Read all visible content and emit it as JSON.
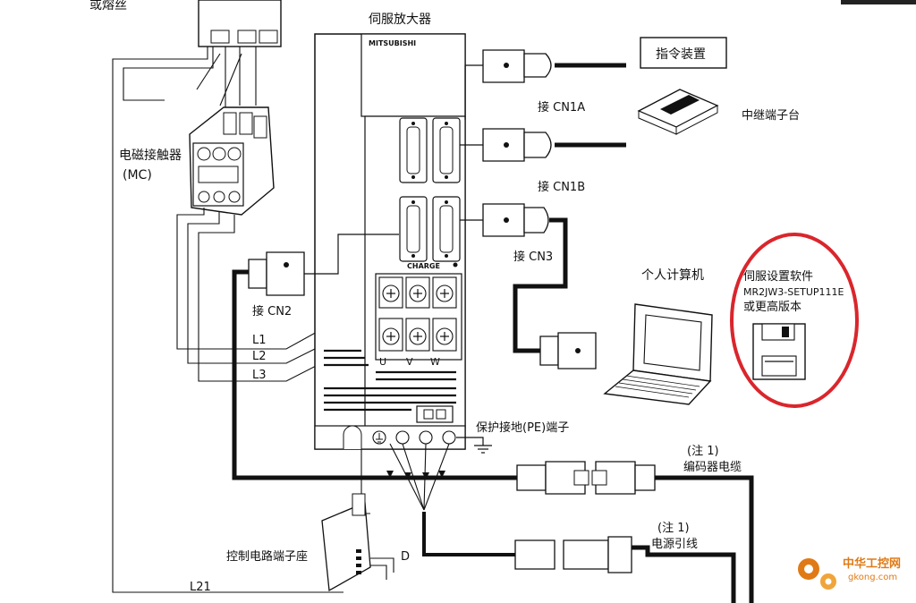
{
  "top_left_label": "或熔丝",
  "amplifier": {
    "title": "伺服放大器",
    "brand": "MITSUBISHI",
    "charge": "CHARGE"
  },
  "contactor": {
    "label": "电磁接触器",
    "abbr": "(MC)"
  },
  "connectors": {
    "cn1a": "接 CN1A",
    "cn1b": "接 CN1B",
    "cn2": "接 CN2",
    "cn3": "接 CN3"
  },
  "command_device": "指令装置",
  "relay_terminal": "中继端子台",
  "pc": "个人计算机",
  "software": {
    "line1": "伺服设置软件",
    "line2": "MR2JW3-SETUP111E",
    "line3": "或更高版本"
  },
  "power_lines": {
    "l1": "L1",
    "l2": "L2",
    "l3": "L3",
    "l21": "L21"
  },
  "motor_terminals": {
    "u": "U",
    "v": "V",
    "w": "W"
  },
  "pe_terminal": "保护接地(PE)端子",
  "encoder_cable": {
    "note": "(注 1)",
    "label": "编码器电缆"
  },
  "power_lead": {
    "note": "(注 1)",
    "label": "电源引线"
  },
  "control_terminal": "控制电路端子座",
  "d_label": "D",
  "watermark": {
    "name": "中华工控网",
    "url": "gkong.com"
  },
  "colors": {
    "highlight": "#d9262c",
    "line": "#111111",
    "watermark": "#e07a16"
  }
}
